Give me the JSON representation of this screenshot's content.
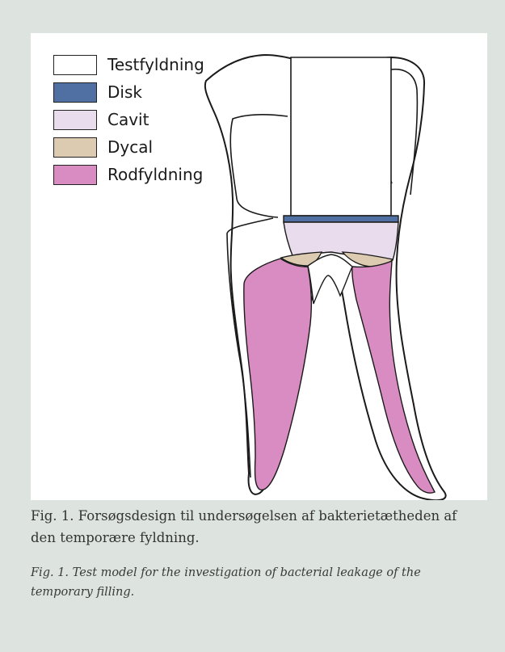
{
  "legend": {
    "items": [
      {
        "label": "Testfyldning",
        "color": "#ffffff"
      },
      {
        "label": "Disk",
        "color": "#5070a4"
      },
      {
        "label": "Cavit",
        "color": "#e9dcec"
      },
      {
        "label": "Dycal",
        "color": "#dccbb0"
      },
      {
        "label": "Rodfyldning",
        "color": "#d98cc1"
      }
    ]
  },
  "captions": {
    "danish": "Fig. 1. Forsøgsdesign til undersøgelsen af bakterietætheden af den temporære fyldning.",
    "english": "Fig. 1. Test model for the investigation of bacterial leakage of the temporary filling."
  }
}
